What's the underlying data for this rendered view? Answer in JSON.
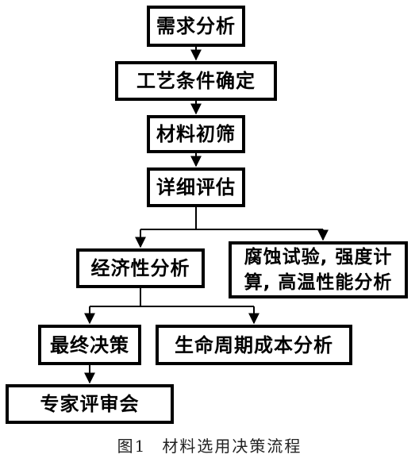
{
  "nodes": {
    "demand_analysis": "需求分析",
    "process_conditions": "工艺条件确定",
    "material_screening": "材料初筛",
    "detailed_evaluation": "详细评估",
    "economic_analysis": "经济性分析",
    "performance_tests": "腐蚀试验, 强度计\n算, 高温性能分析",
    "final_decision": "最终决策",
    "lifecycle_cost": "生命周期成本分析",
    "expert_review": "专家评审会"
  },
  "caption": {
    "label": "图1",
    "title": "材料选用决策流程"
  },
  "colors": {
    "stroke": "#000000",
    "background": "#ffffff",
    "caption_text": "#222222"
  }
}
